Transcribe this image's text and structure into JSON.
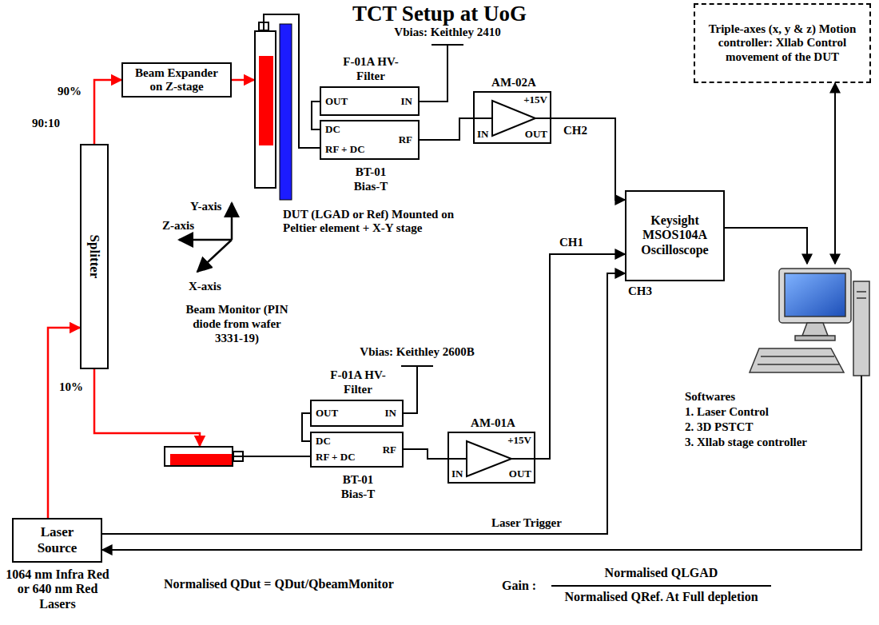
{
  "diagram": {
    "title": "TCT Setup at UoG",
    "nodes": [
      {
        "text": [
          "Beam Expander on Z-stage"
        ]
      },
      {
        "text": [
          "Splitter"
        ]
      },
      {
        "text": [
          "DUT (LGAD or Ref) Mounted on Peltier element + X-Y stage"
        ]
      },
      {
        "text": [
          "F-01A HV-Filter",
          "OUT",
          "IN"
        ]
      },
      {
        "text": [
          "DC",
          "RF + DC",
          "RF",
          "BT-01 Bias-T"
        ]
      },
      {
        "text": [
          "AM-02A",
          "+15V",
          "IN",
          "OUT"
        ]
      },
      {
        "text": [
          "Triple-axes (x, y & z) Motion controller: Xllab Control movement of the DUT"
        ]
      },
      {
        "text": [
          "Keysight MSOS104A Oscilloscope"
        ]
      },
      {
        "text": [
          "Softwares",
          "1. Laser Control",
          "2. 3D PSTCT",
          "3. Xllab stage controller"
        ]
      },
      {
        "text": [
          "Beam Monitor (PIN diode from wafer 3331-19)"
        ]
      },
      {
        "text": [
          "F-01A HV-Filter",
          "OUT",
          "IN"
        ]
      },
      {
        "text": [
          "DC",
          "RF + DC",
          "RF",
          "BT-01 Bias-T"
        ]
      },
      {
        "text": [
          "AM-01A",
          "+15V",
          "IN",
          "OUT"
        ]
      },
      {
        "text": [
          "Laser Source"
        ]
      }
    ],
    "edges": [
      {
        "from": 13,
        "to": 1,
        "arrow": "to"
      },
      {
        "from": 1,
        "to": 0,
        "label": "90%",
        "arrow": "to"
      },
      {
        "from": 1,
        "to": 9,
        "label": "10%",
        "arrow": "to"
      },
      {
        "from": 0,
        "to": 2,
        "arrow": "to"
      },
      {
        "from": 2,
        "to": 4,
        "arrow": "none"
      },
      {
        "from": 3,
        "to": 4,
        "arrow": "none"
      },
      {
        "from": 4,
        "to": 5,
        "arrow": "none"
      },
      {
        "from": 5,
        "to": 7,
        "label": "CH2",
        "arrow": "to"
      },
      {
        "from": 9,
        "to": 11,
        "arrow": "none"
      },
      {
        "from": 10,
        "to": 11,
        "arrow": "none"
      },
      {
        "from": 11,
        "to": 12,
        "arrow": "none"
      },
      {
        "from": 12,
        "to": 7,
        "label": "CH1",
        "arrow": "to"
      },
      {
        "from": 13,
        "to": 7,
        "label": "Laser Trigger",
        "arrow": "to"
      },
      {
        "from": 7,
        "to": 8,
        "arrow": "to"
      },
      {
        "from": 6,
        "to": 8,
        "arrow": "both"
      },
      {
        "from": 8,
        "to": 13,
        "arrow": "to"
      }
    ],
    "labels": [
      "90:10",
      "Z-axis",
      "Y-axis",
      "X-axis",
      "Vbias: Keithley 2410",
      "Vbias: Keithley 2600B",
      "CH3",
      "1064 nm Infra Red or 640 nm Red Lasers",
      "Normalised QDut = QDut/QbeamMonitor",
      "Gain :",
      "Normalised QLGAD",
      "Normalised QRef. At Full depletion"
    ]
  }
}
